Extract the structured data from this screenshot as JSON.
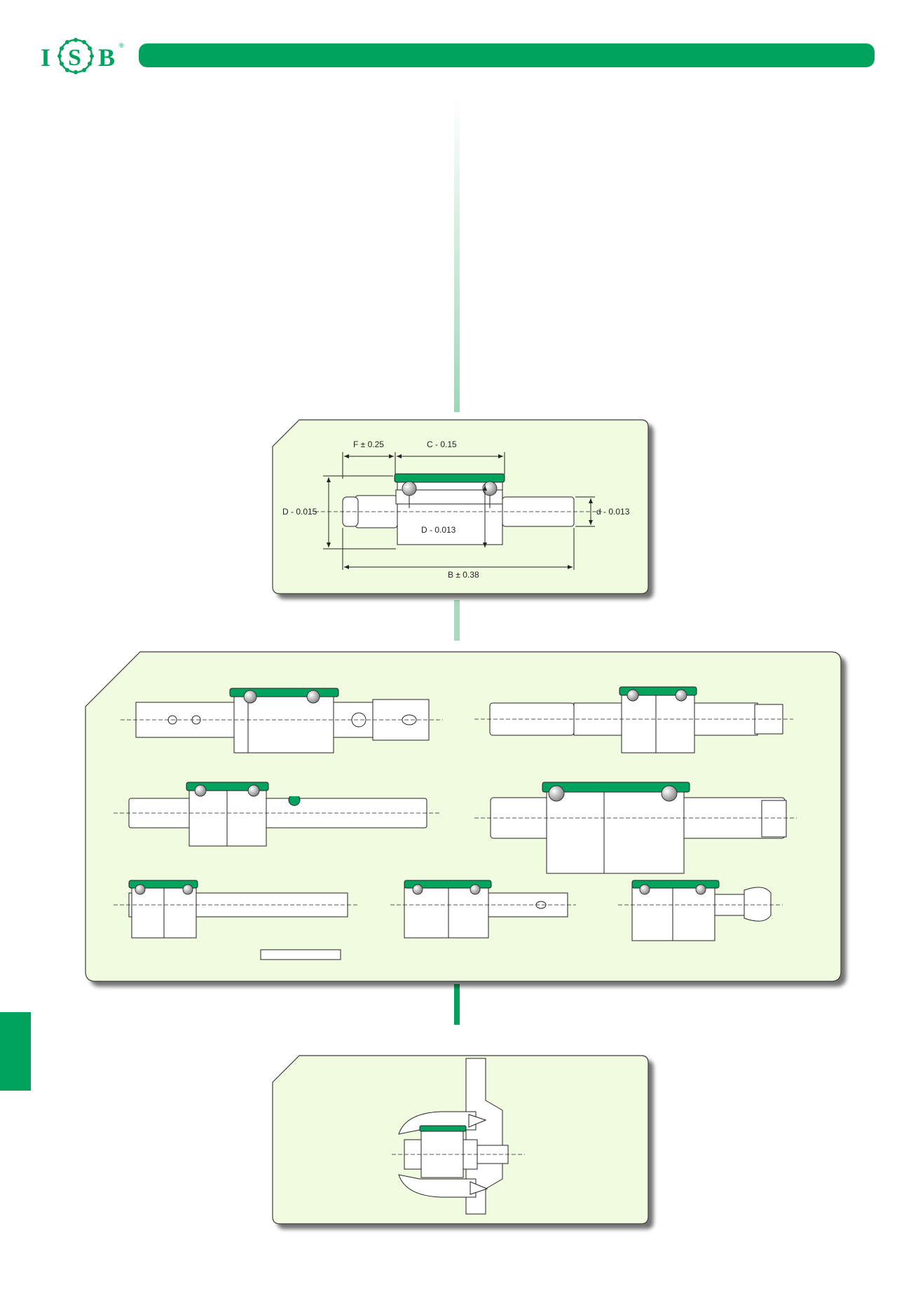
{
  "brand": {
    "name": "ISB",
    "registered": "®",
    "accent_color": "#00a35e",
    "panel_color": "#f1fbdf"
  },
  "bearing_diagram": {
    "dimensions": {
      "f": "F ± 0.25",
      "c": "C - 0.15",
      "outer_d": "D - 0.015",
      "inner_d": "D - 0.013",
      "shaft_d": "d - 0.013",
      "b": "B ± 0.38"
    }
  },
  "shaft_variants": [
    {
      "id": "variant-1"
    },
    {
      "id": "variant-2"
    },
    {
      "id": "variant-3"
    },
    {
      "id": "variant-4"
    },
    {
      "id": "variant-5"
    },
    {
      "id": "variant-6"
    },
    {
      "id": "variant-7"
    }
  ],
  "application": {
    "icon": "water-pump-cross-section"
  }
}
